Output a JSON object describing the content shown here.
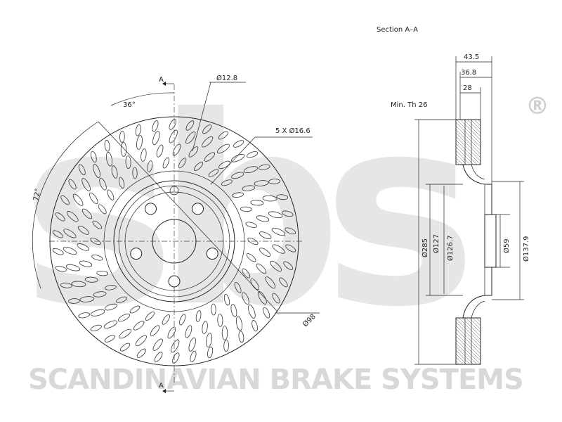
{
  "watermark": {
    "logo": "sbs",
    "registered_mark": "®",
    "company": "SCANDINAVIAN BRAKE SYSTEMS",
    "color": "#e3e3e3"
  },
  "front_view": {
    "section_marker": "A",
    "angle_label_top": "36°",
    "angle_label_left": "72°",
    "bolt_hole_label": "Ø12.8",
    "holes_label": "5 X Ø16.6",
    "pcd_label": "Ø98"
  },
  "section_view": {
    "title": "Section A–A",
    "min_thickness": "Min. Th 26",
    "width_overall": "43.5",
    "width_hat": "36.8",
    "width_disc": "28",
    "dia_outer": "Ø285",
    "dia_127": "Ø127",
    "dia_1267": "Ø126.7",
    "dia_center": "Ø59",
    "dia_hat": "Ø137.9"
  }
}
